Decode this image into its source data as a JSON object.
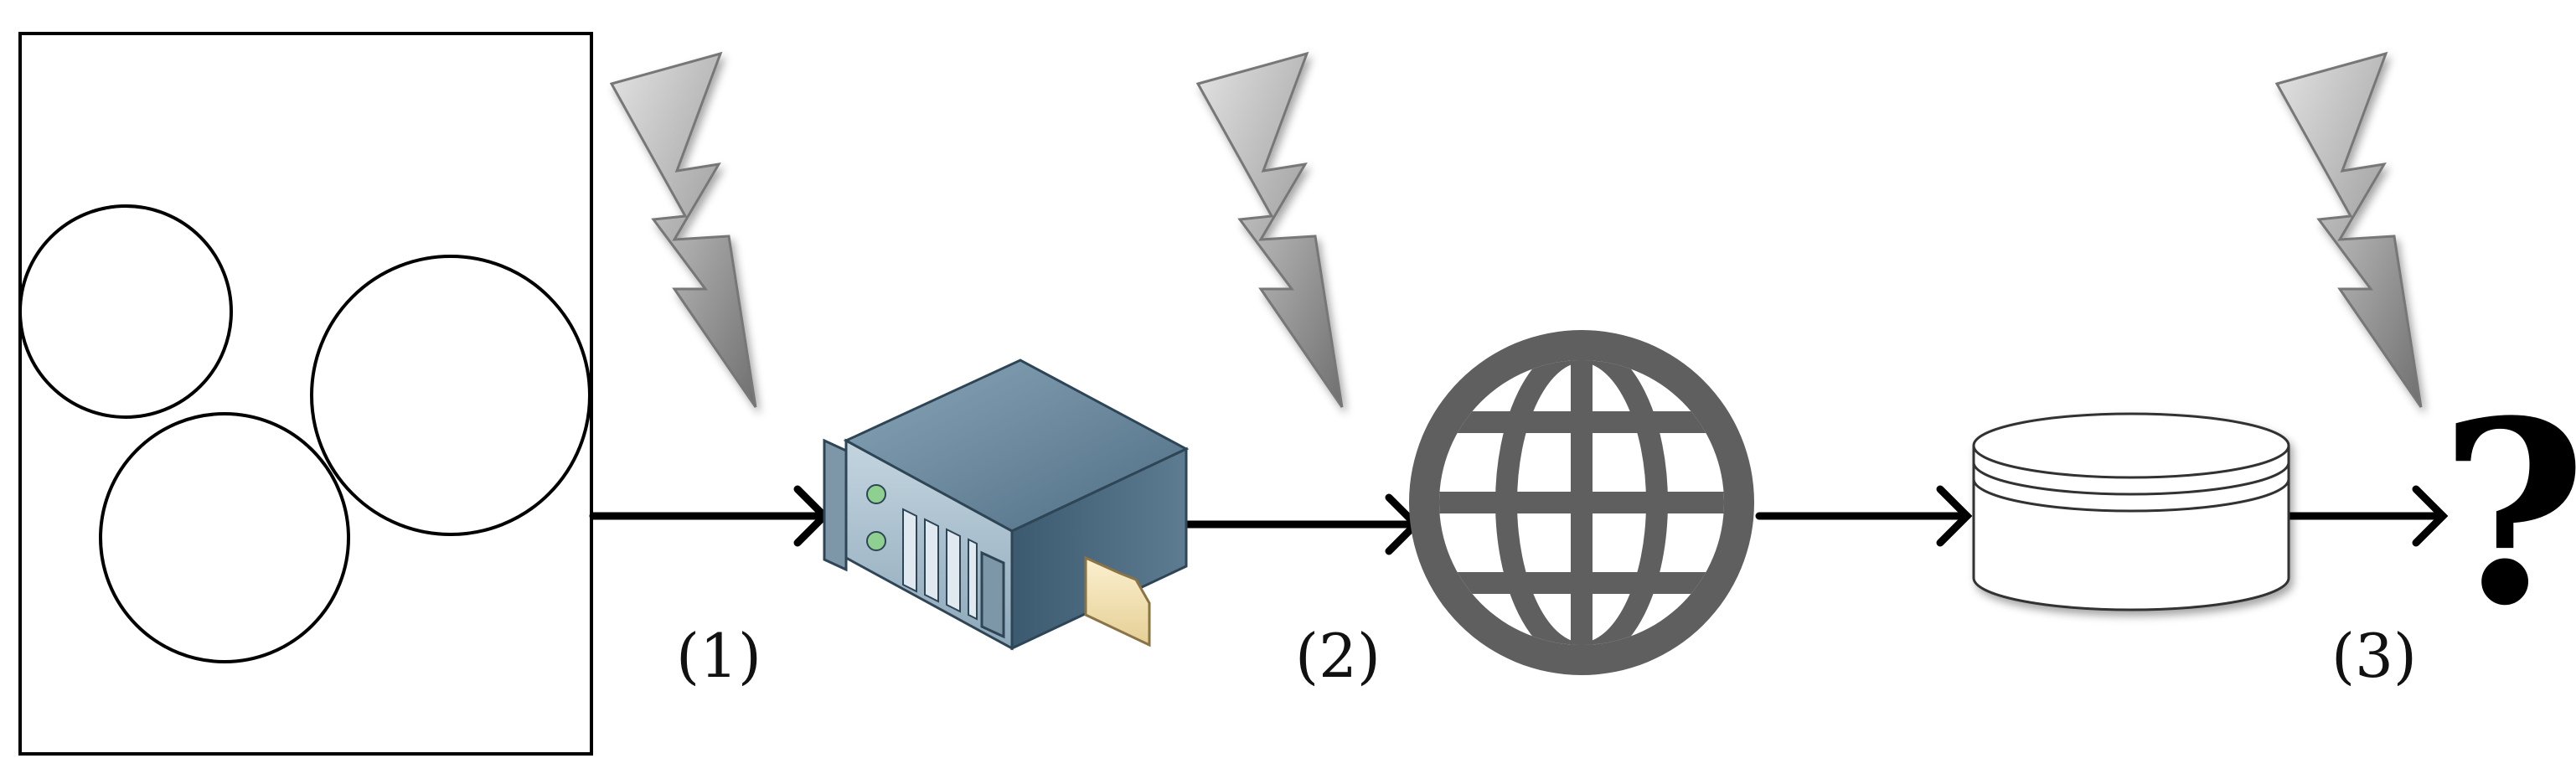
{
  "steps": [
    {
      "label": "(1)"
    },
    {
      "label": "(2)"
    },
    {
      "label": "(3)"
    }
  ],
  "destination": {
    "symbol": "?"
  },
  "colors": {
    "line": "#000000",
    "globe": "#5f5f5f",
    "lightning_dark": "#6e6e6e",
    "lightning_light": "#d9d9d9",
    "server_top": "#5c7a90",
    "server_side": "#3e5d73",
    "server_front": "#9fb7c6"
  },
  "icons": [
    "document-icon",
    "lightning-icon",
    "server-icon",
    "globe-icon",
    "database-icon",
    "question-mark-icon"
  ]
}
